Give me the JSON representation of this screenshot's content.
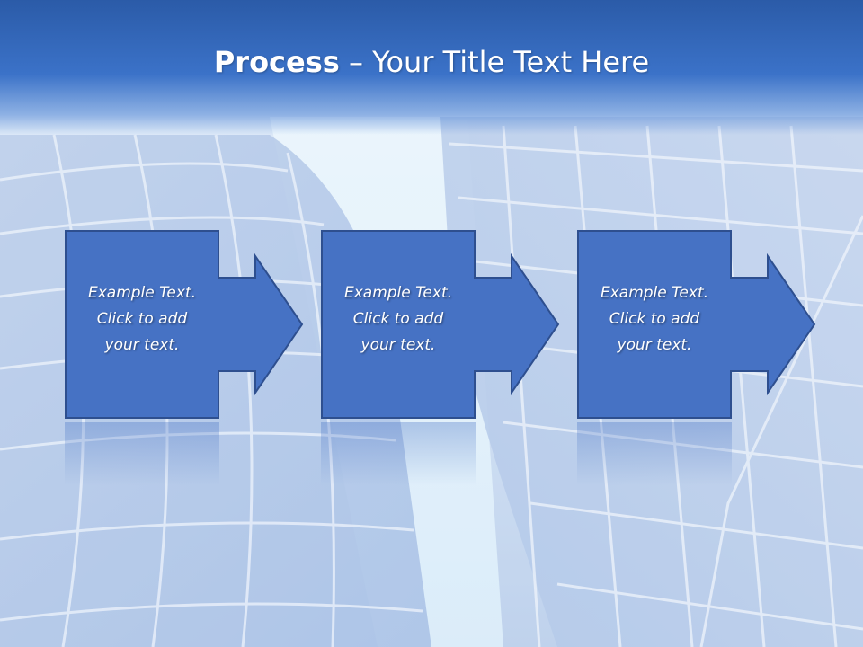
{
  "slide": {
    "title_bold": "Process",
    "title_rest": " – Your Title Text Here"
  },
  "steps": [
    {
      "line1": "Example Text.",
      "line2": "Click  to add",
      "line3": "your text."
    },
    {
      "line1": "Example Text.",
      "line2": "Click  to add",
      "line3": "your text."
    },
    {
      "line1": "Example Text.",
      "line2": "Click  to add",
      "line3": "your text."
    }
  ],
  "colors": {
    "title_band": "#3b72c8",
    "shape_fill": "#4672c4",
    "shape_stroke": "#2e4f8f",
    "text": "#ffffff"
  },
  "background": "glass-skyscrapers-photo"
}
